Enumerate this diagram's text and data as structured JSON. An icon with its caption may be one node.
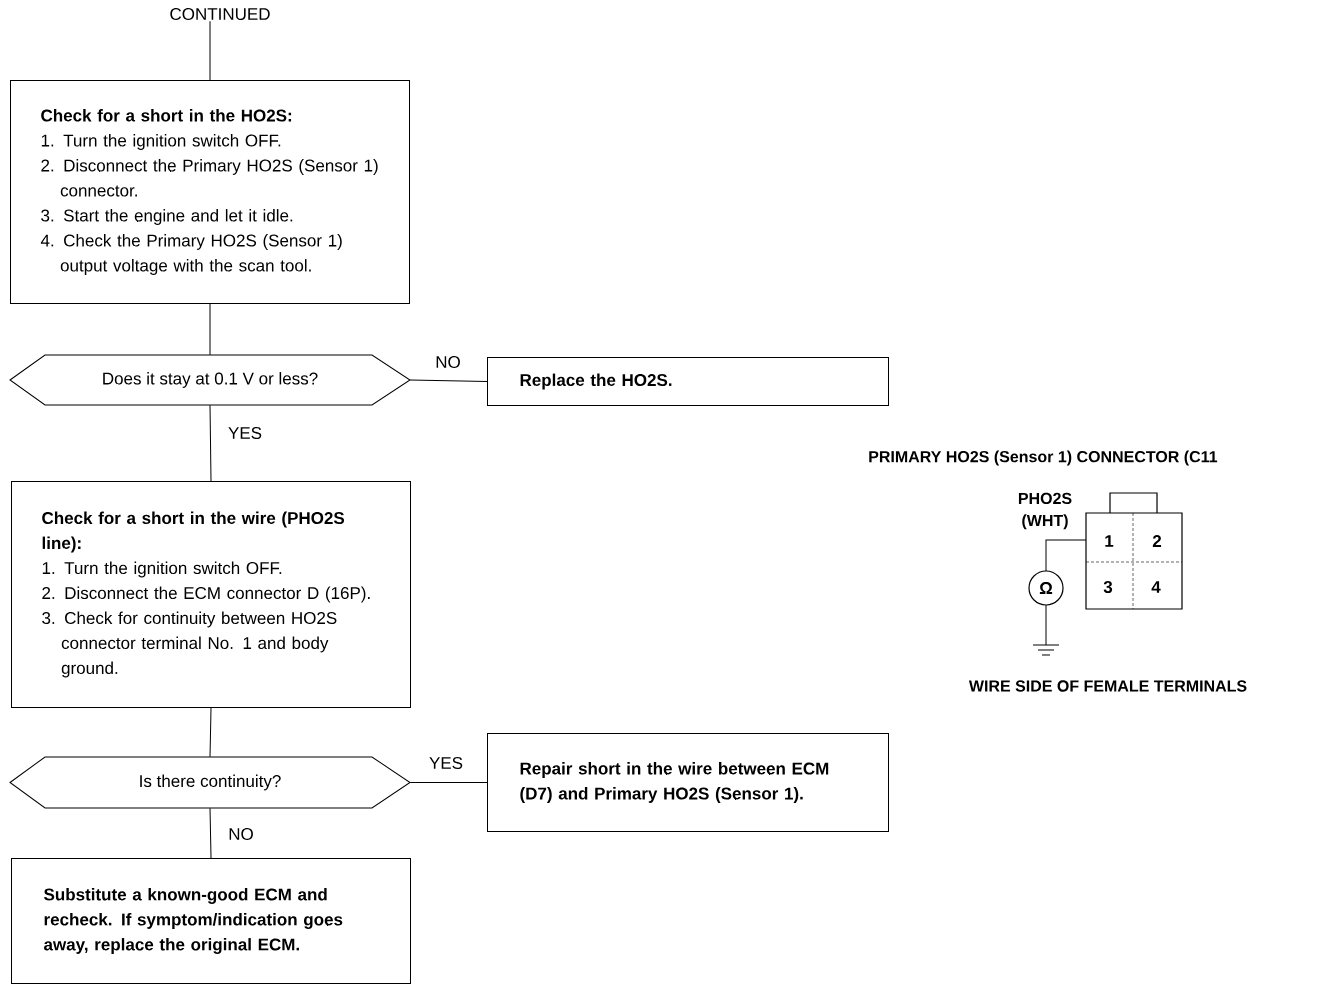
{
  "diagram": {
    "nodes": [
      {
        "text": [
          "CONTINUED"
        ]
      },
      {
        "text": [
          "Check for a short in the HO2S:",
          "1. Turn the ignition switch OFF.",
          "2. Disconnect the Primary HO2S (Sensor 1) connector.",
          "3. Start the engine and let it idle.",
          "4. Check the Primary HO2S (Sensor 1) output voltage with the scan tool."
        ]
      },
      {
        "text": [
          "Does it stay at 0.1 V or less?"
        ]
      },
      {
        "text": [
          "Replace the HO2S."
        ]
      },
      {
        "text": [
          "Check for a short in the wire (PHO2S line):",
          "1. Turn the ignition switch OFF.",
          "2. Disconnect the ECM connector D (16P).",
          "3. Check for continuity between HO2S connector terminal No. 1 and body ground."
        ]
      },
      {
        "text": [
          "Is there continuity?"
        ]
      },
      {
        "text": [
          "Repair short in the wire between ECM (D7) and Primary HO2S (Sensor 1)."
        ]
      },
      {
        "text": [
          "Substitute a known-good ECM and recheck. If symptom/indication goes away, replace the original ECM."
        ]
      }
    ],
    "edges": [
      {
        "from": 0,
        "to": 1,
        "arrow": "none"
      },
      {
        "from": 1,
        "to": 2,
        "arrow": "none"
      },
      {
        "from": 2,
        "to": 3,
        "arrow": "none",
        "label": "NO"
      },
      {
        "from": 2,
        "to": 4,
        "arrow": "none",
        "label": "YES"
      },
      {
        "from": 4,
        "to": 5,
        "arrow": "none"
      },
      {
        "from": 5,
        "to": 6,
        "arrow": "none",
        "label": "YES"
      },
      {
        "from": 5,
        "to": 7,
        "arrow": "none",
        "label": "NO"
      }
    ],
    "labels": [
      "PRIMARY HO2S (Sensor 1) CONNECTOR (C11",
      "PHO2S (WHT)",
      "1",
      "2",
      "3",
      "4",
      "Ω",
      "WIRE SIDE OF FEMALE TERMINALS"
    ]
  }
}
